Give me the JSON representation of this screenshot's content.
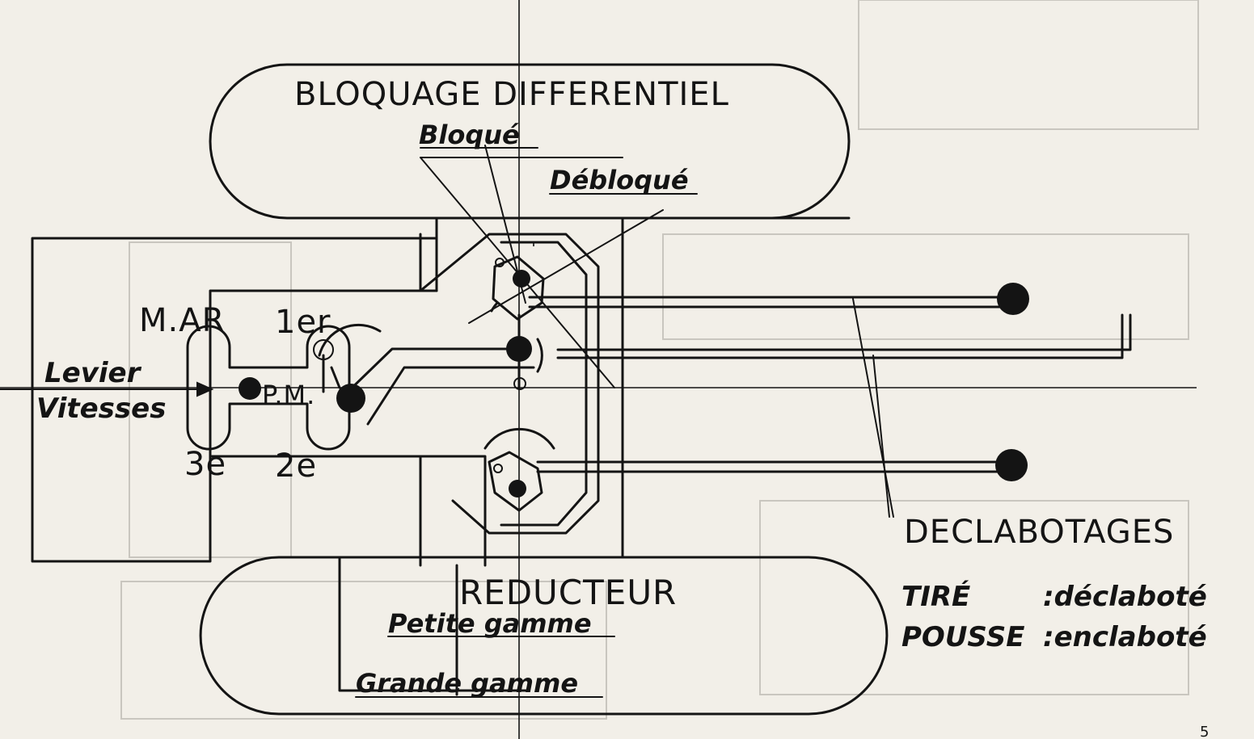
{
  "diagram": {
    "blocking": {
      "title": "BLOQUAGE DIFFERENTIEL",
      "locked": "Bloqué",
      "unlocked": "Débloqué"
    },
    "gearbox": {
      "lever": "Levier",
      "speeds": "Vitesses",
      "reverse": "M.AR",
      "first": "1er",
      "second": "2e",
      "third": "3e",
      "neutral": "P.M."
    },
    "reducer": {
      "title": "REDUCTEUR",
      "low": "Petite gamme",
      "high": "Grande gamme"
    },
    "declutch": {
      "title": "DECLABOTAGES",
      "pulled_key": "TIRÉ",
      "pulled_value": ":déclaboté",
      "pushed_key": "POUSSE",
      "pushed_value": ":enclaboté"
    },
    "page_number": "5"
  },
  "colors": {
    "ink": "#141414",
    "paper": "#f2efe8",
    "ghost": "#c9c6bf"
  }
}
